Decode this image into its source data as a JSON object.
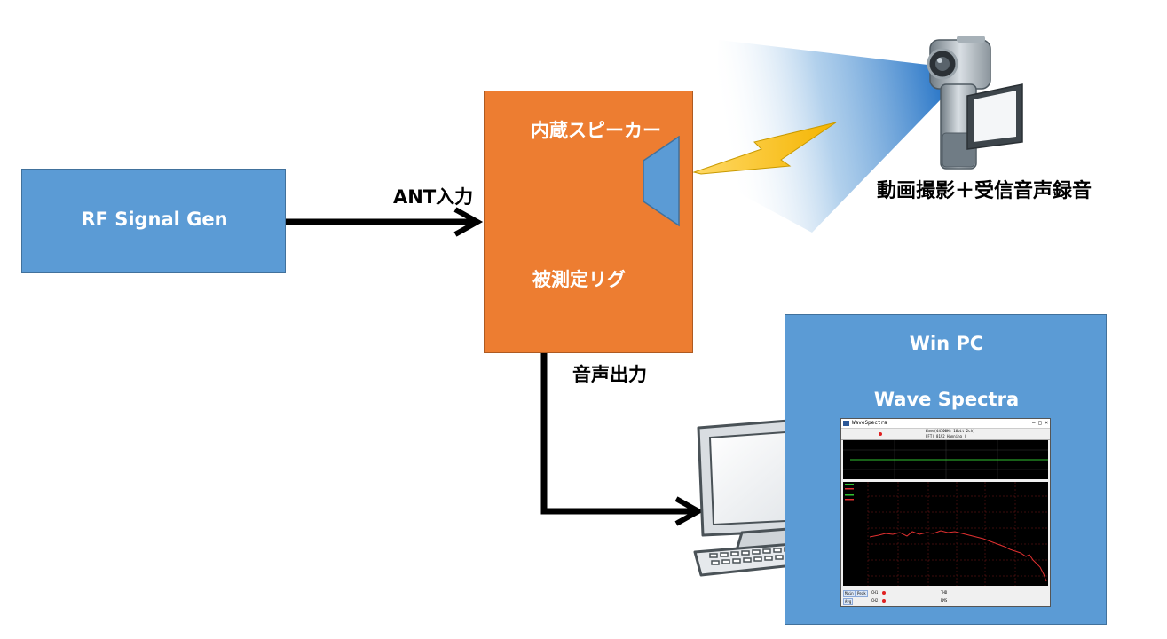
{
  "blocks": {
    "signal_gen": "RF Signal Gen",
    "rig_speaker": "内蔵スピーカー",
    "rig_name": "被測定リグ",
    "pc_title": "Win PC",
    "pc_software": "Wave Spectra"
  },
  "labels": {
    "ant_input": "ANT入力",
    "audio_output": "音声出力",
    "camera_caption": "動画撮影＋受信音声録音"
  },
  "wave_spectra_window": {
    "title": "WaveSpectra",
    "info_line1": "Wave(44100Hz 16bit 2ch)",
    "info_line2": "FFT( 8192 Hanning )",
    "buttons": [
      "Main",
      "Peak",
      "Avg"
    ],
    "channel_labels": [
      "CH1",
      "CH2"
    ],
    "readouts": [
      "THD",
      "RMS"
    ]
  },
  "colors": {
    "box_blue": "#5b9bd5",
    "rig_orange": "#ed7d31",
    "arrow_black": "#000000",
    "spectrum_trace": "#e03030",
    "wave_trace": "#30c030"
  }
}
